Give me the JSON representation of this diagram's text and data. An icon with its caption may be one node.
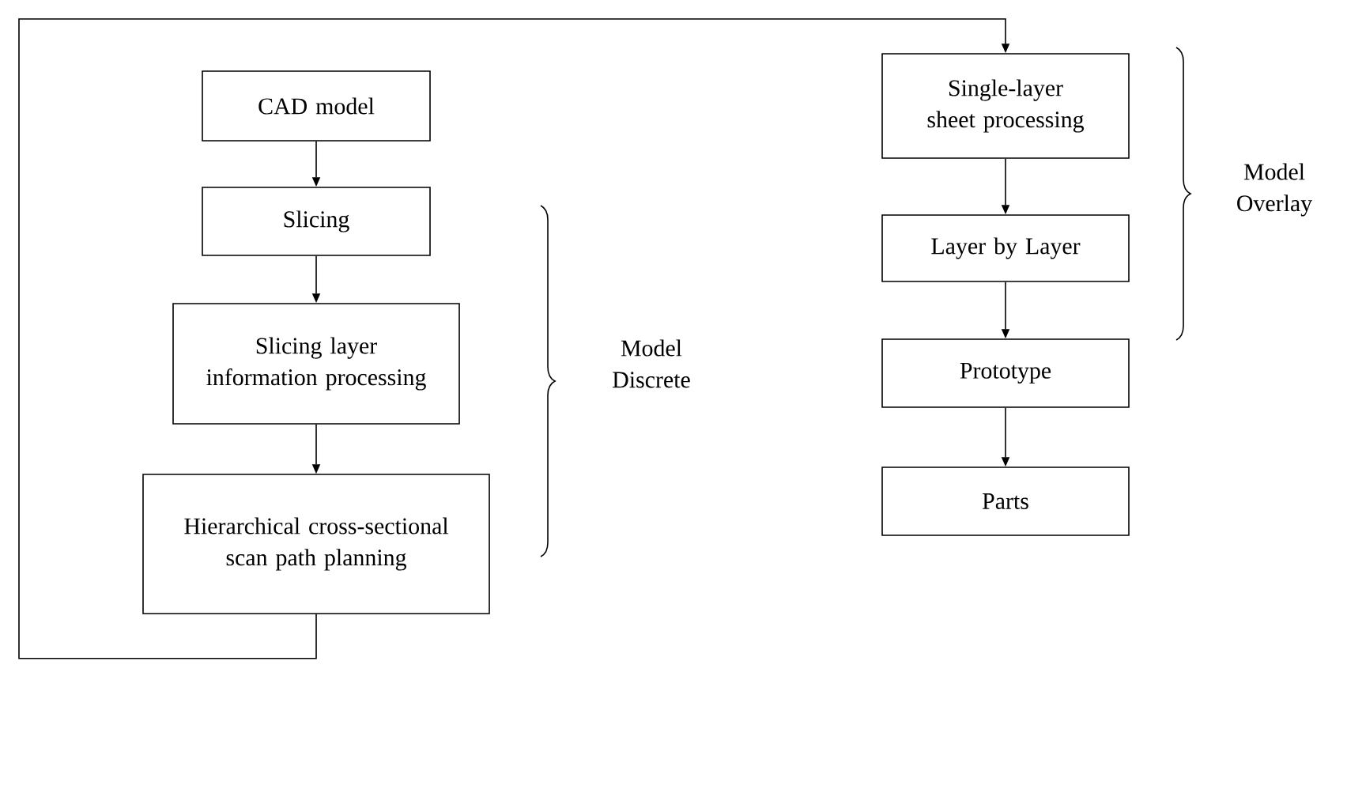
{
  "diagram": {
    "nodes": [
      {
        "text": [
          "CAD model"
        ]
      },
      {
        "text": [
          "Slicing"
        ]
      },
      {
        "text": [
          "Slicing layer information processing"
        ]
      },
      {
        "text": [
          "Hierarchical cross-sectional scan path planning"
        ]
      },
      {
        "text": [
          "Single-layer sheet processing"
        ]
      },
      {
        "text": [
          "Layer by Layer"
        ]
      },
      {
        "text": [
          "Prototype"
        ]
      },
      {
        "text": [
          "Parts"
        ]
      }
    ],
    "edges": [
      {
        "from": 0,
        "to": 1,
        "arrow": "to"
      },
      {
        "from": 1,
        "to": 2,
        "arrow": "to"
      },
      {
        "from": 2,
        "to": 3,
        "arrow": "to"
      },
      {
        "from": 3,
        "to": 4,
        "arrow": "to"
      },
      {
        "from": 4,
        "to": 5,
        "arrow": "to"
      },
      {
        "from": 5,
        "to": 6,
        "arrow": "to"
      },
      {
        "from": 6,
        "to": 7,
        "arrow": "to"
      }
    ],
    "labels": [
      "Model Overlay",
      "Model Discrete"
    ]
  }
}
